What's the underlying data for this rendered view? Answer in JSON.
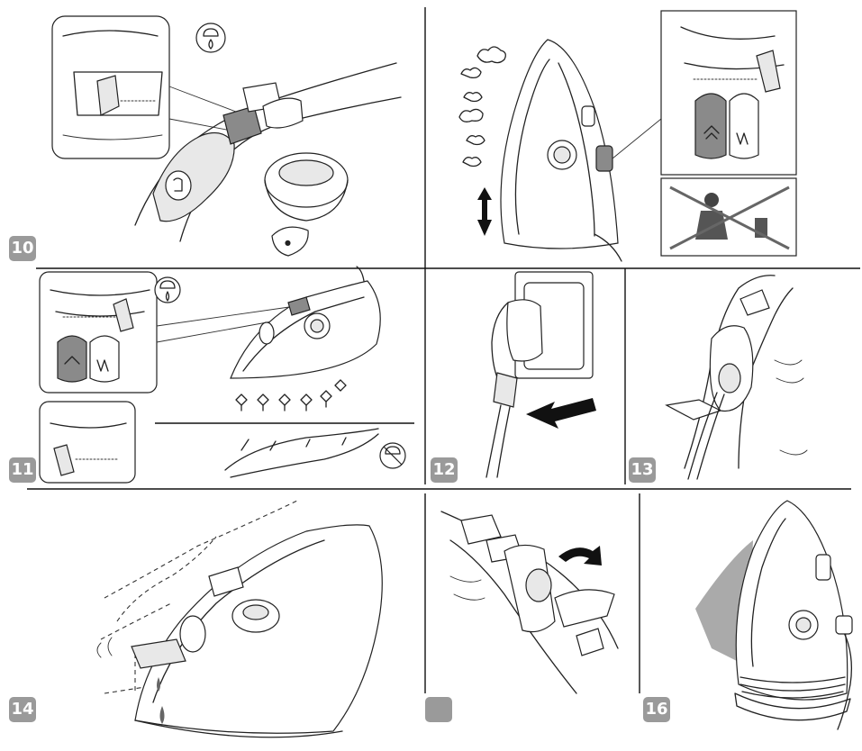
{
  "steps": {
    "s10": "10",
    "s11": "11",
    "s12": "12",
    "s13": "13",
    "s14": "14",
    "s15": "",
    "s16": "16"
  },
  "icons": {
    "badge_bg": "#9a9a9a",
    "steam_symbol": "steam-drop-icon",
    "self_clean_symbol": "self-clean-icon",
    "no_children_symbol": "no-children-icon"
  }
}
